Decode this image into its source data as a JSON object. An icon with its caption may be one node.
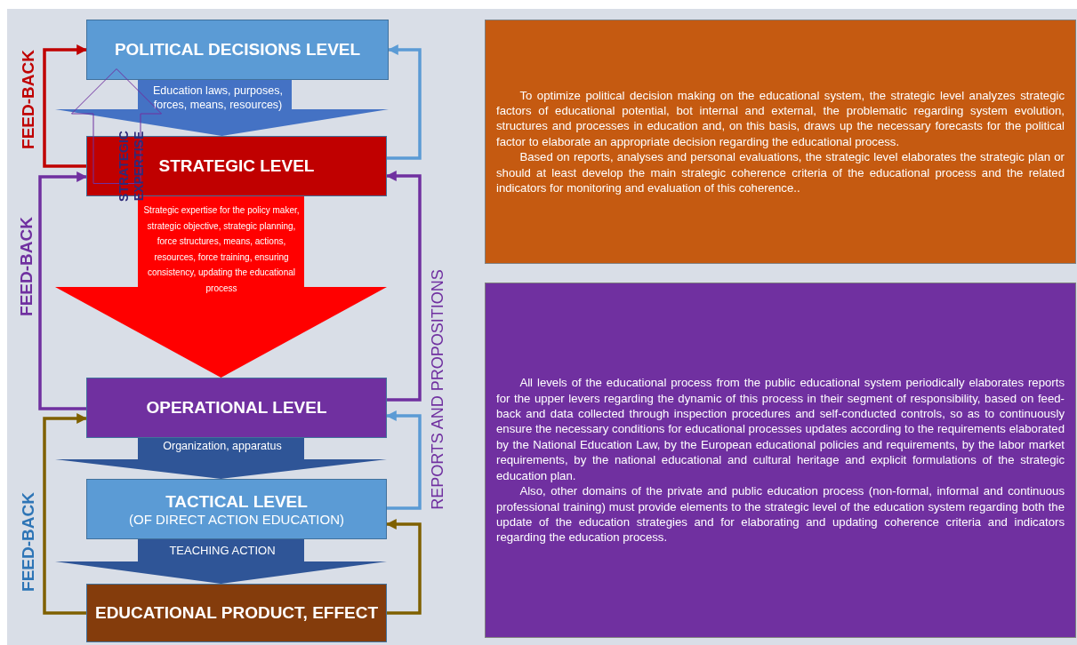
{
  "diagram": {
    "nodes": [
      {
        "text": [
          "POLITICAL DECISIONS LEVEL"
        ]
      },
      {
        "text": [
          "STRATEGIC EXPERTISE"
        ]
      },
      {
        "text": [
          "STRATEGIC LEVEL"
        ]
      },
      {
        "text": [
          "OPERATIONAL LEVEL"
        ]
      },
      {
        "text": [
          "TACTICAL LEVEL",
          "(OF DIRECT ACTION EDUCATION)"
        ]
      },
      {
        "text": [
          "EDUCATIONAL PRODUCT, EFFECT"
        ]
      },
      {
        "text": [
          "To optimize political decision making on the educational system, the strategic level analyzes strategic factors of educational potential, bot internal and external, the problematic regarding system evolution, structures and processes in education and, on this basis, draws up the necessary forecasts for the political factor to elaborate an appropriate decision regarding the educational process.",
          "Based on reports, analyses and personal evaluations, the strategic level elaborates the strategic plan or should at least develop the main strategic coherence criteria of the educational process and the related indicators for monitoring and evaluation of this coherence.."
        ]
      },
      {
        "text": [
          "All levels of the educational process from the public educational system periodically elaborates reports for the upper levers regarding the dynamic of this process in their segment of responsibility, based on feed-back and data collected through inspection procedures and self-conducted controls, so as to continuously ensure the necessary conditions for educational processes updates according to the requirements elaborated by the National Education Law, by the European educational policies and requirements, by the labor market requirements, by the national educational and cultural heritage and explicit formulations of the strategic education plan.",
          "Also, other domains of the private and public education process (non-formal, informal and continuous professional training) must provide elements to the strategic level of the education system regarding both the update of the education strategies and for elaborating and updating coherence criteria and indicators regarding the education process."
        ]
      }
    ],
    "edges": [
      {
        "from": 0,
        "to": 2,
        "arrow": "to",
        "style": "thick",
        "color": "#4472c4",
        "label": "Education laws, purposes, forces, means, resources)"
      },
      {
        "from": 2,
        "to": 3,
        "arrow": "to",
        "style": "thick",
        "color": "#ff0000",
        "label": "Strategic expertise for the policy maker, strategic objective, strategic planning, force structures, means, actions, resources, force training, ensuring consistency, updating the educational process"
      },
      {
        "from": 3,
        "to": 4,
        "arrow": "to",
        "style": "thick",
        "color": "#2f5597",
        "label": "Organization, apparatus"
      },
      {
        "from": 4,
        "to": 5,
        "arrow": "to",
        "style": "thick",
        "color": "#2f5597",
        "label": "TEACHING ACTION"
      },
      {
        "from": 2,
        "to": 0,
        "arrow": "to",
        "color": "#c00000",
        "label": "FEED-BACK"
      },
      {
        "from": 3,
        "to": 2,
        "arrow": "to",
        "color": "#7030a0",
        "label": "FEED-BACK"
      },
      {
        "from": 5,
        "to": 3,
        "arrow": "to",
        "color": "#7f6000",
        "label": "FEED-BACK"
      },
      {
        "from": 2,
        "to": 0,
        "arrow": "to",
        "color": "#5b9bd5"
      },
      {
        "from": 3,
        "to": 2,
        "arrow": "to",
        "color": "#7030a0"
      },
      {
        "from": 4,
        "to": 3,
        "arrow": "to",
        "color": "#5b9bd5"
      },
      {
        "from": 5,
        "to": 4,
        "arrow": "to",
        "color": "#7f6000"
      }
    ],
    "labels": [
      "REPORTS AND PROPOSITIONS"
    ]
  }
}
